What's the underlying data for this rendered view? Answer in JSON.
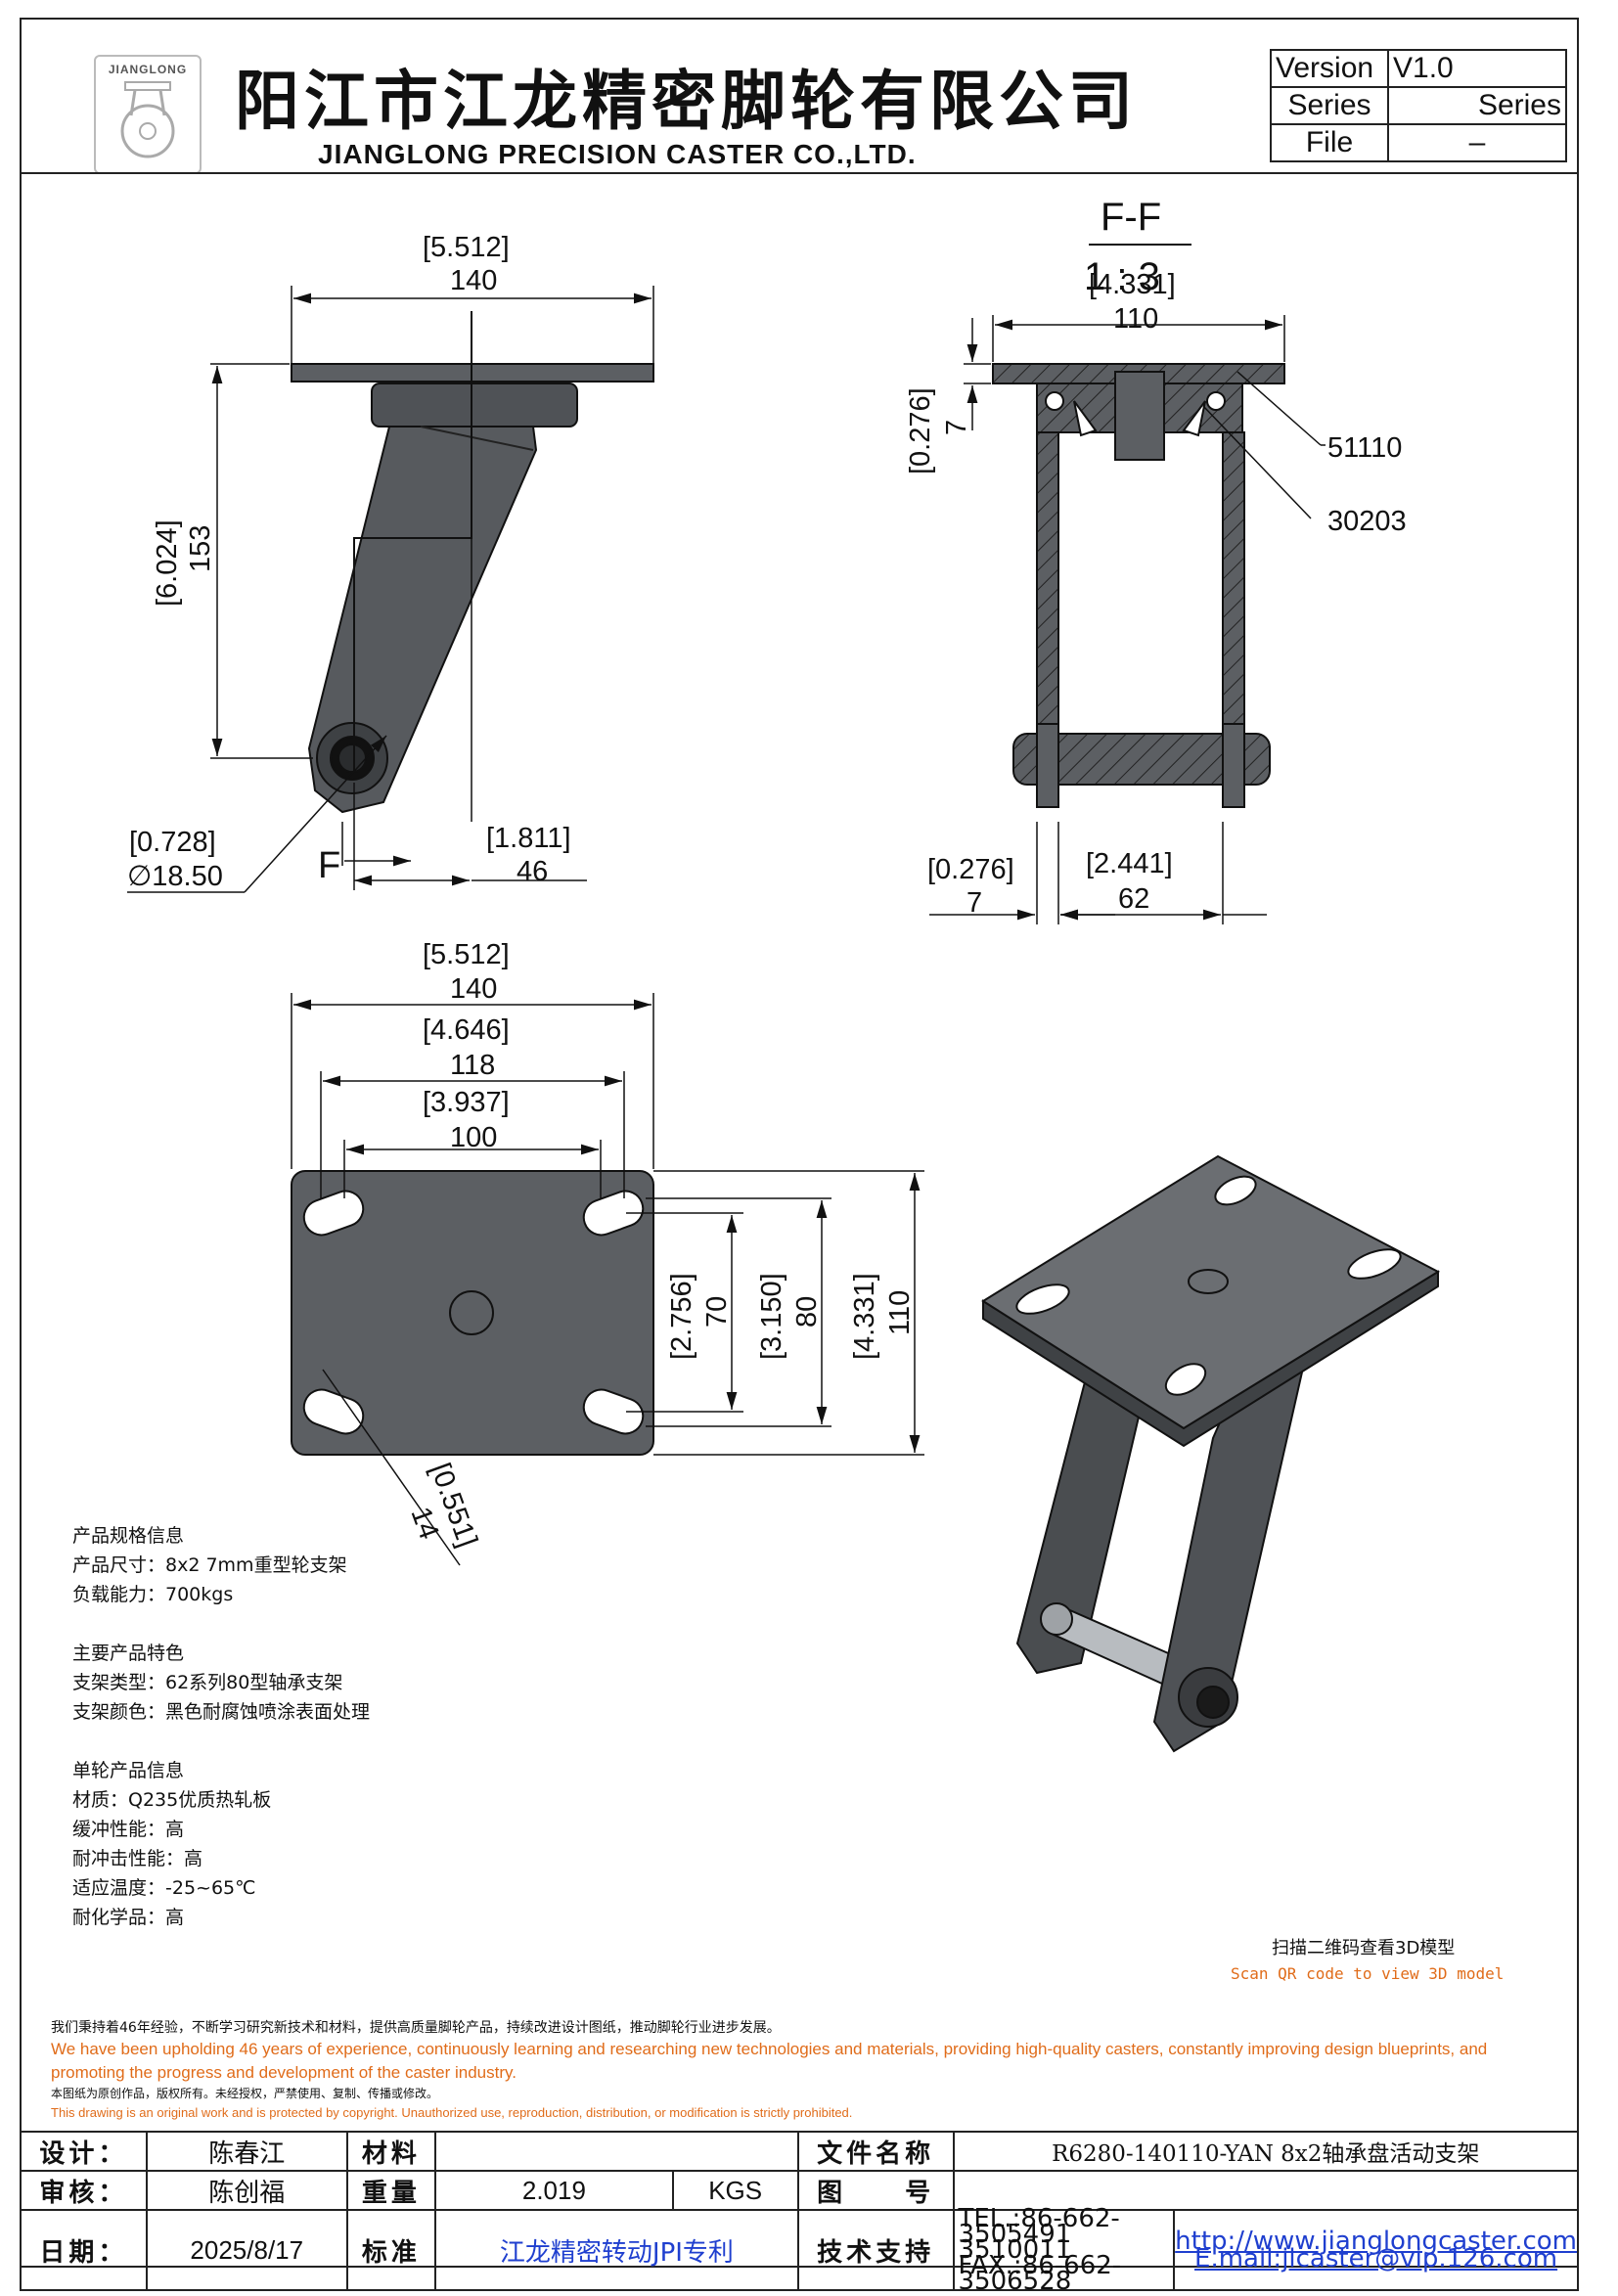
{
  "header": {
    "logo_text": "JIANGLONG",
    "company_cn": "阳江市江龙精密脚轮有限公司",
    "company_en": "JIANGLONG PRECISION CASTER CO.,LTD.",
    "version_label": "Version",
    "version_value": "V1.0",
    "series_label": "Series",
    "series_value": "Series",
    "file_label": "File",
    "file_value": "–"
  },
  "side_view": {
    "overall_width_in": "[5.512]",
    "overall_width_mm": "140",
    "height_in": "[6.024]",
    "height_mm": "153",
    "offset_in": "[1.811]",
    "offset_mm": "46",
    "axle_dia_in": "[0.728]",
    "axle_dia_mm": "∅18.50",
    "section_label": "F"
  },
  "section_view": {
    "title": "F-F",
    "scale": "1 : 3",
    "width_in": "[4.331]",
    "width_mm": "110",
    "plate_thk_in": "[0.276]",
    "plate_thk_mm": "7",
    "bearing_1": "51110",
    "bearing_2": "30203",
    "leg_thk_in": "[0.276]",
    "leg_thk_mm": "7",
    "inner_width_in": "[2.441]",
    "inner_width_mm": "62"
  },
  "top_view": {
    "w1_in": "[5.512]",
    "w1_mm": "140",
    "w2_in": "[4.646]",
    "w2_mm": "118",
    "w3_in": "[3.937]",
    "w3_mm": "100",
    "h1_in": "[2.756]",
    "h1_mm": "70",
    "h2_in": "[3.150]",
    "h2_mm": "80",
    "h3_in": "[4.331]",
    "h3_mm": "110",
    "slot_in": "[0.551]",
    "slot_mm": "14"
  },
  "specs": {
    "s1_title": "产品规格信息",
    "s1_l1": "产品尺寸：8x2 7mm重型轮支架",
    "s1_l2": "负载能力：700kgs",
    "s2_title": "主要产品特色",
    "s2_l1": "支架类型：62系列80型轴承支架",
    "s2_l2": "支架颜色：黑色耐腐蚀喷涂表面处理",
    "s3_title": "单轮产品信息",
    "s3_l1": "材质：Q235优质热轧板",
    "s3_l2": "缓冲性能：高",
    "s3_l3": "耐冲击性能：高",
    "s3_l4": "适应温度：-25~65℃",
    "s3_l5": "耐化学品：高"
  },
  "qr": {
    "cn": "扫描二维码查看3D模型",
    "en": "Scan QR code to view 3D model"
  },
  "notes": {
    "cn1": "我们秉持着46年经验，不断学习研究新技术和材料，提供高质量脚轮产品，持续改进设计图纸，推动脚轮行业进步发展。",
    "en1": "We have been upholding 46 years of experience, continuously learning and researching new technologies and materials, providing high-quality casters, constantly improving design blueprints, and promoting the progress and development of the caster industry.",
    "cn2": "本图纸为原创作品，版权所有。未经授权，严禁使用、复制、传播或修改。",
    "en2": "This drawing is an original work and is protected by copyright. Unauthorized use, reproduction, distribution, or modification is strictly prohibited."
  },
  "title_block": {
    "design_label": "设计：",
    "design_value": "陈春江",
    "material_label": "材料",
    "material_value": "",
    "filename_label": "文件名称",
    "filename_value": "R6280-140110-YAN 8x2轴承盘活动支架",
    "review_label": "审核：",
    "review_value": "陈创福",
    "weight_label": "重量",
    "weight_value": "2.019",
    "weight_unit": "KGS",
    "drawing_label": "图　　号",
    "drawing_value": "",
    "date_label": "日期：",
    "date_value": "2025/8/17",
    "standard_label": "标准",
    "standard_value": "江龙精密转动JPI专利",
    "support_label": "技术支持",
    "tel": "TEL.:86-662-3505491 3510011",
    "fax": "FAX.:86-662-3506528",
    "web": "http://www.jianglongcaster.com",
    "email": "E.mail:jlcaster@vip.126.com"
  }
}
